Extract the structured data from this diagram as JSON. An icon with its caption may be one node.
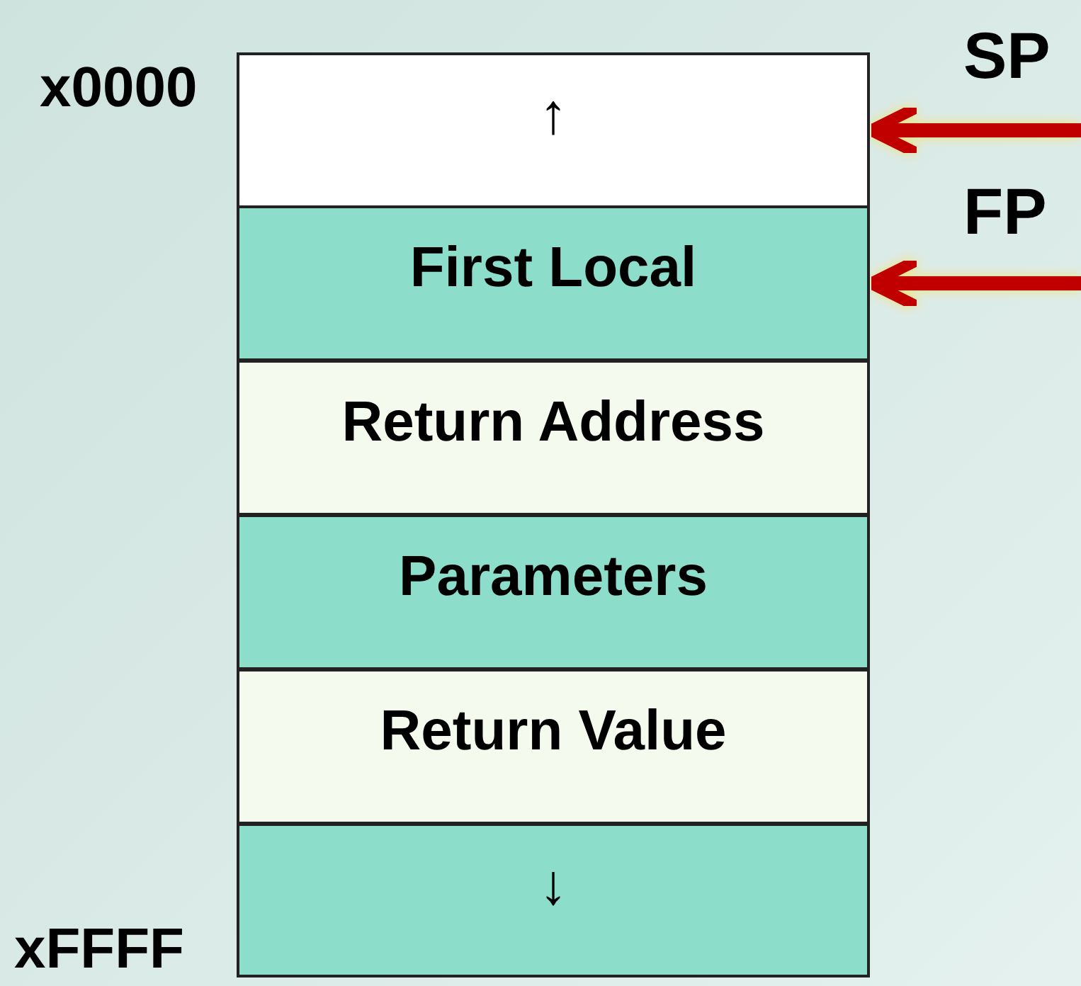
{
  "diagram": {
    "nodes": [
      {
        "text": [
          "↑"
        ]
      },
      {
        "text": [
          "First Local"
        ]
      },
      {
        "text": [
          "Return Address"
        ]
      },
      {
        "text": [
          "Parameters"
        ]
      },
      {
        "text": [
          "Return Value"
        ]
      },
      {
        "text": [
          "↓"
        ]
      }
    ],
    "edges": [
      {
        "from": null,
        "to": 0,
        "arrow": "to",
        "label": "SP"
      },
      {
        "from": null,
        "to": 1,
        "arrow": "to",
        "label": "FP"
      }
    ],
    "labels": [
      "x0000",
      "xFFFF"
    ]
  }
}
